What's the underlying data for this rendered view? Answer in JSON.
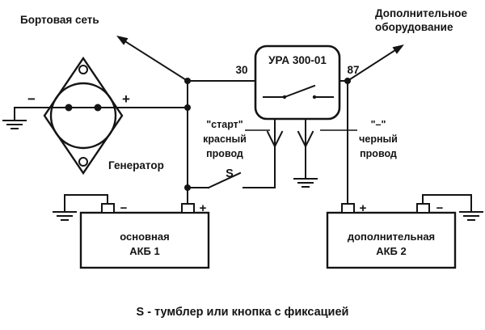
{
  "diagram": {
    "top_left_label": "Бортовая сеть",
    "top_right_label_line1": "Дополнительное",
    "top_right_label_line2": "оборудование",
    "relay": {
      "title": "УРА 300-01",
      "terminal_left": "30",
      "terminal_right": "87"
    },
    "generator": {
      "label": "Генератор",
      "minus": "−",
      "plus": "+"
    },
    "start_wire": {
      "line1": "\"старт\"",
      "line2": "красный",
      "line3": "провод"
    },
    "black_wire": {
      "line1": "\"–\"",
      "line2": "черный",
      "line3": "провод"
    },
    "switch": {
      "label": "S"
    },
    "battery1": {
      "minus": "−",
      "plus": "+",
      "name_line1": "основная",
      "name_line2": "АКБ 1"
    },
    "battery2": {
      "plus": "+",
      "minus": "−",
      "name_line1": "дополнительная",
      "name_line2": "АКБ 2"
    },
    "caption": "S - тумблер или кнопка с фиксацией",
    "colors": {
      "line": "#141414",
      "background": "#ffffff"
    }
  }
}
